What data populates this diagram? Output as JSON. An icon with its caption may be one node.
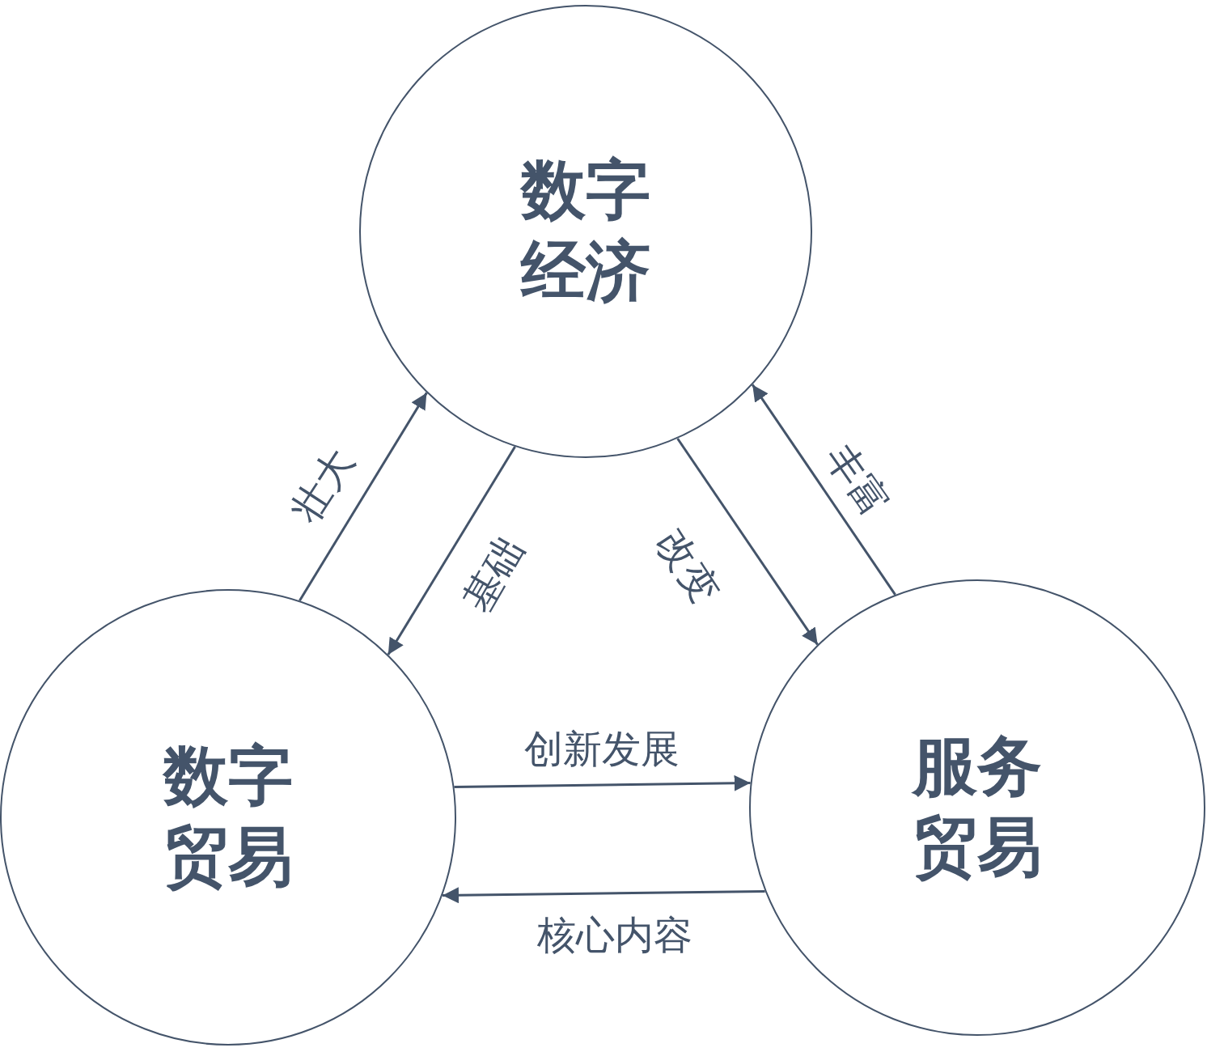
{
  "diagram": {
    "nodes": [
      {
        "text": [
          "数字经济"
        ]
      },
      {
        "text": [
          "数字贸易"
        ]
      },
      {
        "text": [
          "服务贸易"
        ]
      }
    ],
    "edges": [
      {
        "from": 1,
        "to": 0,
        "arrow": "to",
        "label": "壮大"
      },
      {
        "from": 0,
        "to": 1,
        "arrow": "to",
        "label": "基础"
      },
      {
        "from": 0,
        "to": 2,
        "arrow": "to",
        "label": "改变"
      },
      {
        "from": 2,
        "to": 0,
        "arrow": "to",
        "label": "丰富"
      },
      {
        "from": 1,
        "to": 2,
        "arrow": "to",
        "label": "创新发展"
      },
      {
        "from": 2,
        "to": 1,
        "arrow": "to",
        "label": "核心内容"
      }
    ]
  }
}
